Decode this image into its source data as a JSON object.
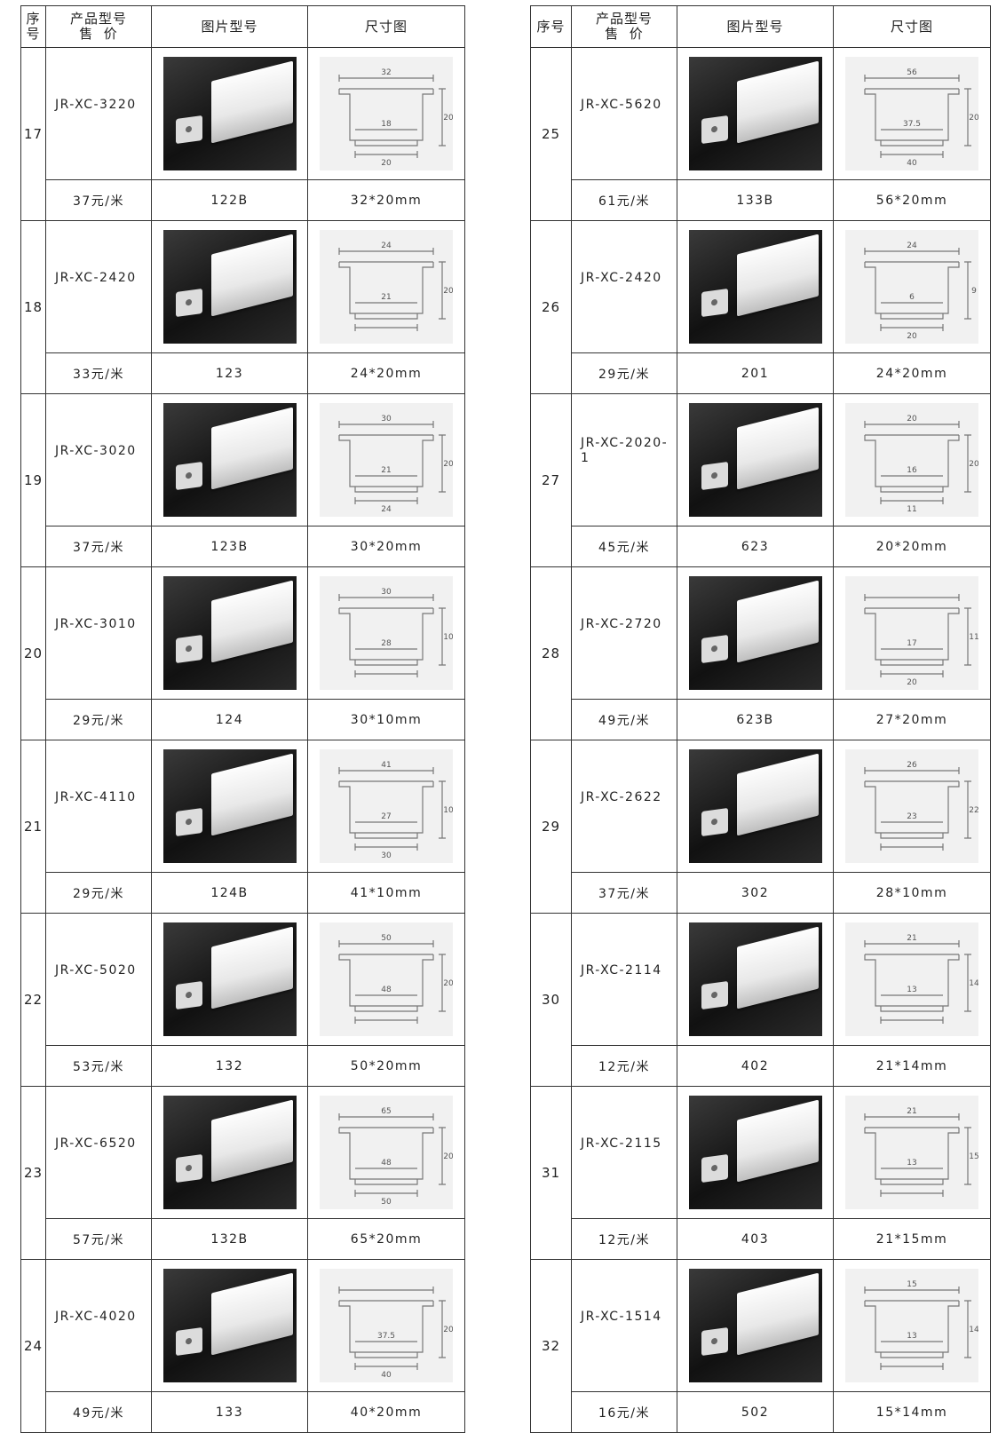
{
  "headers": {
    "seq": "序号",
    "model_line1": "产品型号",
    "model_line2": "售  价",
    "image": "图片型号",
    "dimension": "尺寸图"
  },
  "left_products": [
    {
      "seq": "17",
      "model": "JR-XC-3220",
      "price": "37元/米",
      "image_code": "122B",
      "size": "32*20mm",
      "dims": {
        "top": "32",
        "inner": "18",
        "bottom": "20",
        "height": "20"
      }
    },
    {
      "seq": "18",
      "model": "JR-XC-2420",
      "price": "33元/米",
      "image_code": "123",
      "size": "24*20mm",
      "dims": {
        "top": "24",
        "inner": "21",
        "bottom": "",
        "height": "20"
      }
    },
    {
      "seq": "19",
      "model": "JR-XC-3020",
      "price": "37元/米",
      "image_code": "123B",
      "size": "30*20mm",
      "dims": {
        "top": "30",
        "inner": "21",
        "bottom": "24",
        "height": "20"
      }
    },
    {
      "seq": "20",
      "model": "JR-XC-3010",
      "price": "29元/米",
      "image_code": "124",
      "size": "30*10mm",
      "dims": {
        "top": "30",
        "inner": "28",
        "bottom": "",
        "height": "10"
      }
    },
    {
      "seq": "21",
      "model": "JR-XC-4110",
      "price": "29元/米",
      "image_code": "124B",
      "size": "41*10mm",
      "dims": {
        "top": "41",
        "inner": "27",
        "bottom": "30",
        "height": "10"
      }
    },
    {
      "seq": "22",
      "model": "JR-XC-5020",
      "price": "53元/米",
      "image_code": "132",
      "size": "50*20mm",
      "dims": {
        "top": "50",
        "inner": "48",
        "bottom": "",
        "height": "20"
      }
    },
    {
      "seq": "23",
      "model": "JR-XC-6520",
      "price": "57元/米",
      "image_code": "132B",
      "size": "65*20mm",
      "dims": {
        "top": "65",
        "inner": "48",
        "bottom": "50",
        "height": "20"
      }
    },
    {
      "seq": "24",
      "model": "JR-XC-4020",
      "price": "49元/米",
      "image_code": "133",
      "size": "40*20mm",
      "dims": {
        "top": "",
        "inner": "37.5",
        "bottom": "40",
        "height": "20"
      }
    }
  ],
  "right_products": [
    {
      "seq": "25",
      "model": "JR-XC-5620",
      "price": "61元/米",
      "image_code": "133B",
      "size": "56*20mm",
      "dims": {
        "top": "56",
        "inner": "37.5",
        "bottom": "40",
        "height": "20"
      }
    },
    {
      "seq": "26",
      "model": "JR-XC-2420",
      "price": "29元/米",
      "image_code": "201",
      "size": "24*20mm",
      "dims": {
        "top": "24",
        "inner": "6",
        "bottom": "20",
        "height": "9"
      }
    },
    {
      "seq": "27",
      "model": "JR-XC-2020-1",
      "price": "45元/米",
      "image_code": "623",
      "size": "20*20mm",
      "dims": {
        "top": "20",
        "inner": "16",
        "bottom": "11",
        "height": "20"
      }
    },
    {
      "seq": "28",
      "model": "JR-XC-2720",
      "price": "49元/米",
      "image_code": "623B",
      "size": "27*20mm",
      "dims": {
        "top": "",
        "inner": "17",
        "bottom": "20",
        "height": "11"
      }
    },
    {
      "seq": "29",
      "model": "JR-XC-2622",
      "price": "37元/米",
      "image_code": "302",
      "size": "28*10mm",
      "dims": {
        "top": "26",
        "inner": "23",
        "bottom": "",
        "height": "22"
      }
    },
    {
      "seq": "30",
      "model": "JR-XC-2114",
      "price": "12元/米",
      "image_code": "402",
      "size": "21*14mm",
      "dims": {
        "top": "21",
        "inner": "13",
        "bottom": "",
        "height": "14"
      }
    },
    {
      "seq": "31",
      "model": "JR-XC-2115",
      "price": "12元/米",
      "image_code": "403",
      "size": "21*15mm",
      "dims": {
        "top": "21",
        "inner": "13",
        "bottom": "",
        "height": "15"
      }
    },
    {
      "seq": "32",
      "model": "JR-XC-1514",
      "price": "16元/米",
      "image_code": "502",
      "size": "15*14mm",
      "dims": {
        "top": "15",
        "inner": "13",
        "bottom": "",
        "height": "14"
      }
    }
  ]
}
